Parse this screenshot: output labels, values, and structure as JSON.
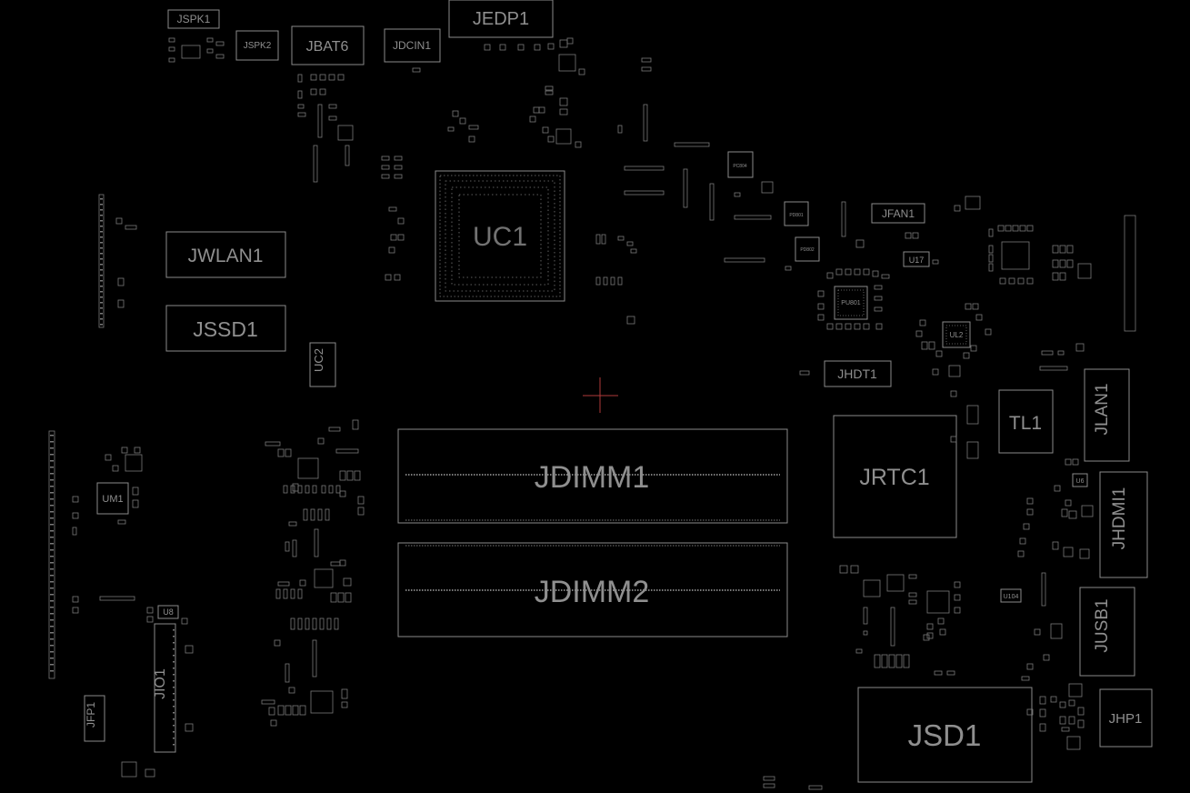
{
  "labels": {
    "jspk1": "JSPK1",
    "jspk2": "JSPK2",
    "jbat6": "JBAT6",
    "jdcin1": "JDCIN1",
    "jedp1": "JEDP1",
    "uc1": "UC1",
    "jwlan1": "JWLAN1",
    "jssd1": "JSSD1",
    "uc2": "UC2",
    "jfan1": "JFAN1",
    "u17": "U17",
    "jhdt1": "JHDT1",
    "tl1": "TL1",
    "jlan1": "JLAN1",
    "jrtc1": "JRTC1",
    "jhdmi1": "JHDMI1",
    "jdimm1": "JDIMM1",
    "jdimm2": "JDIMM2",
    "um1": "UM1",
    "u8": "U8",
    "jio1": "JIO1",
    "jfp1": "JFP1",
    "jusb1": "JUSB1",
    "jhp1": "JHP1",
    "jsd1": "JSD1",
    "pu801": "PU801",
    "ul2": "UL2",
    "u6": "U6",
    "u104": "U104",
    "pc804": "PC804",
    "pd801": "PD801",
    "pd802": "PD802"
  },
  "colors": {
    "background": "#000000",
    "outline": "#8a8a8a",
    "text": "#8f8f8f",
    "crosshair": "#b03a3a"
  }
}
